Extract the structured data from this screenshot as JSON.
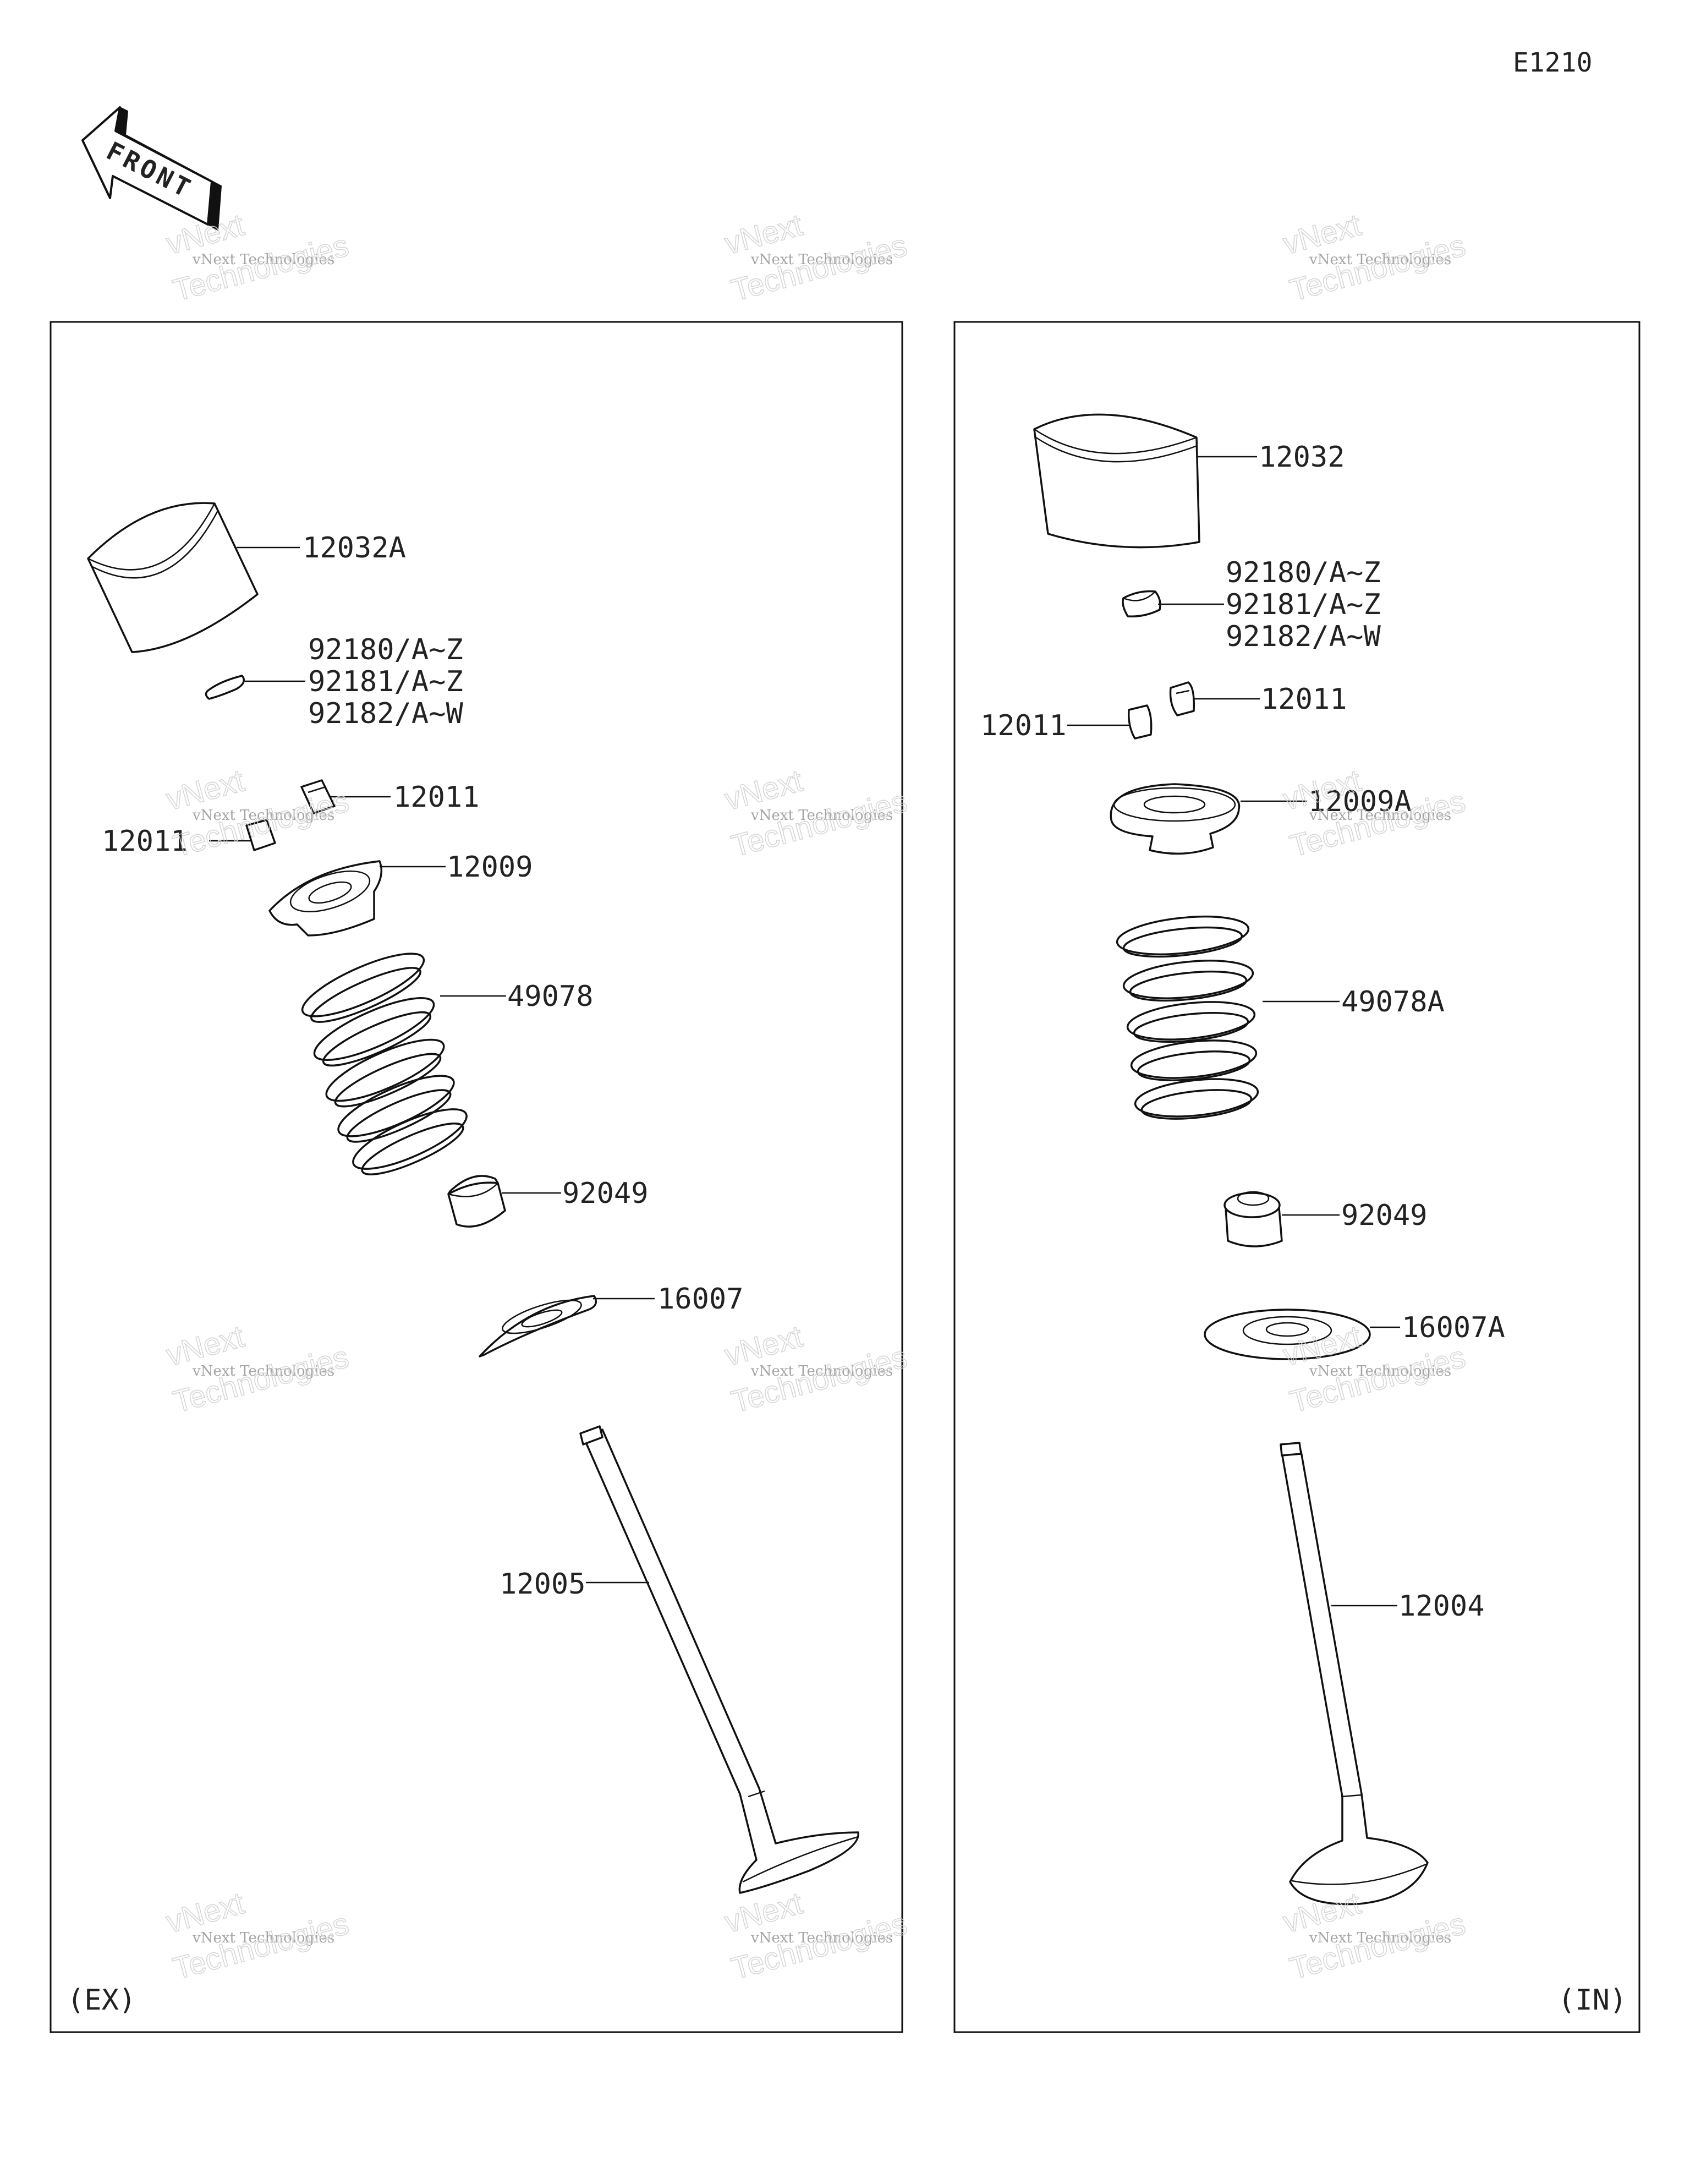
{
  "diagram_code": "E1210",
  "front_label": "FRONT",
  "panels": {
    "exhaust": {
      "tag": "(EX)",
      "labels": {
        "tappet": "12032A",
        "shim_a": "92180/A~Z",
        "shim_b": "92181/A~Z",
        "shim_c": "92182/A~W",
        "cotter_right": "12011",
        "cotter_left": "12011",
        "retainer": "12009",
        "spring": "49078",
        "seal": "92049",
        "seat": "16007",
        "valve": "12005"
      }
    },
    "intake": {
      "tag": "(IN)",
      "labels": {
        "tappet": "12032",
        "shim_a": "92180/A~Z",
        "shim_b": "92181/A~Z",
        "shim_c": "92182/A~W",
        "cotter_right": "12011",
        "cotter_left": "12011",
        "retainer": "12009A",
        "spring": "49078A",
        "seal": "92049",
        "seat": "16007A",
        "valve": "12004"
      }
    }
  },
  "watermark": {
    "line1": "vNext Technologies",
    "line2": "Technologies",
    "line3": "vNext"
  }
}
